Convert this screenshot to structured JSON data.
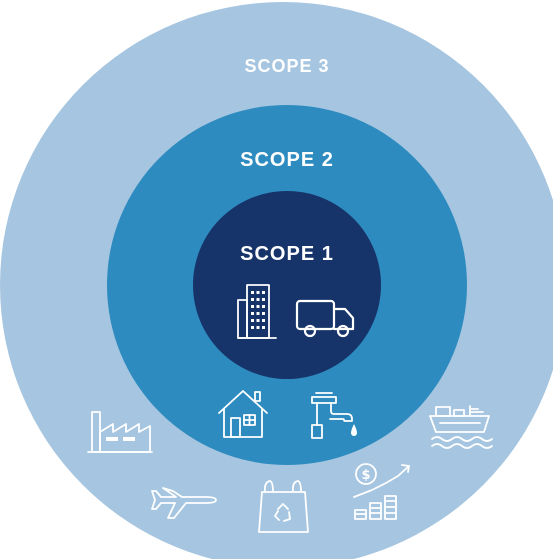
{
  "scopes": [
    {
      "label": "SCOPE 3",
      "color": "#a5c5e0"
    },
    {
      "label": "SCOPE 2",
      "color": "#2d8bbf"
    },
    {
      "label": "SCOPE 1",
      "color": "#17346a"
    }
  ],
  "icons": {
    "scope1": [
      "office-building-icon",
      "delivery-truck-icon"
    ],
    "scope2": [
      "house-icon",
      "water-faucet-icon"
    ],
    "scope3": [
      "factory-icon",
      "airplane-icon",
      "plastic-bag-recycle-icon",
      "finance-growth-icon",
      "cargo-ship-icon"
    ]
  }
}
